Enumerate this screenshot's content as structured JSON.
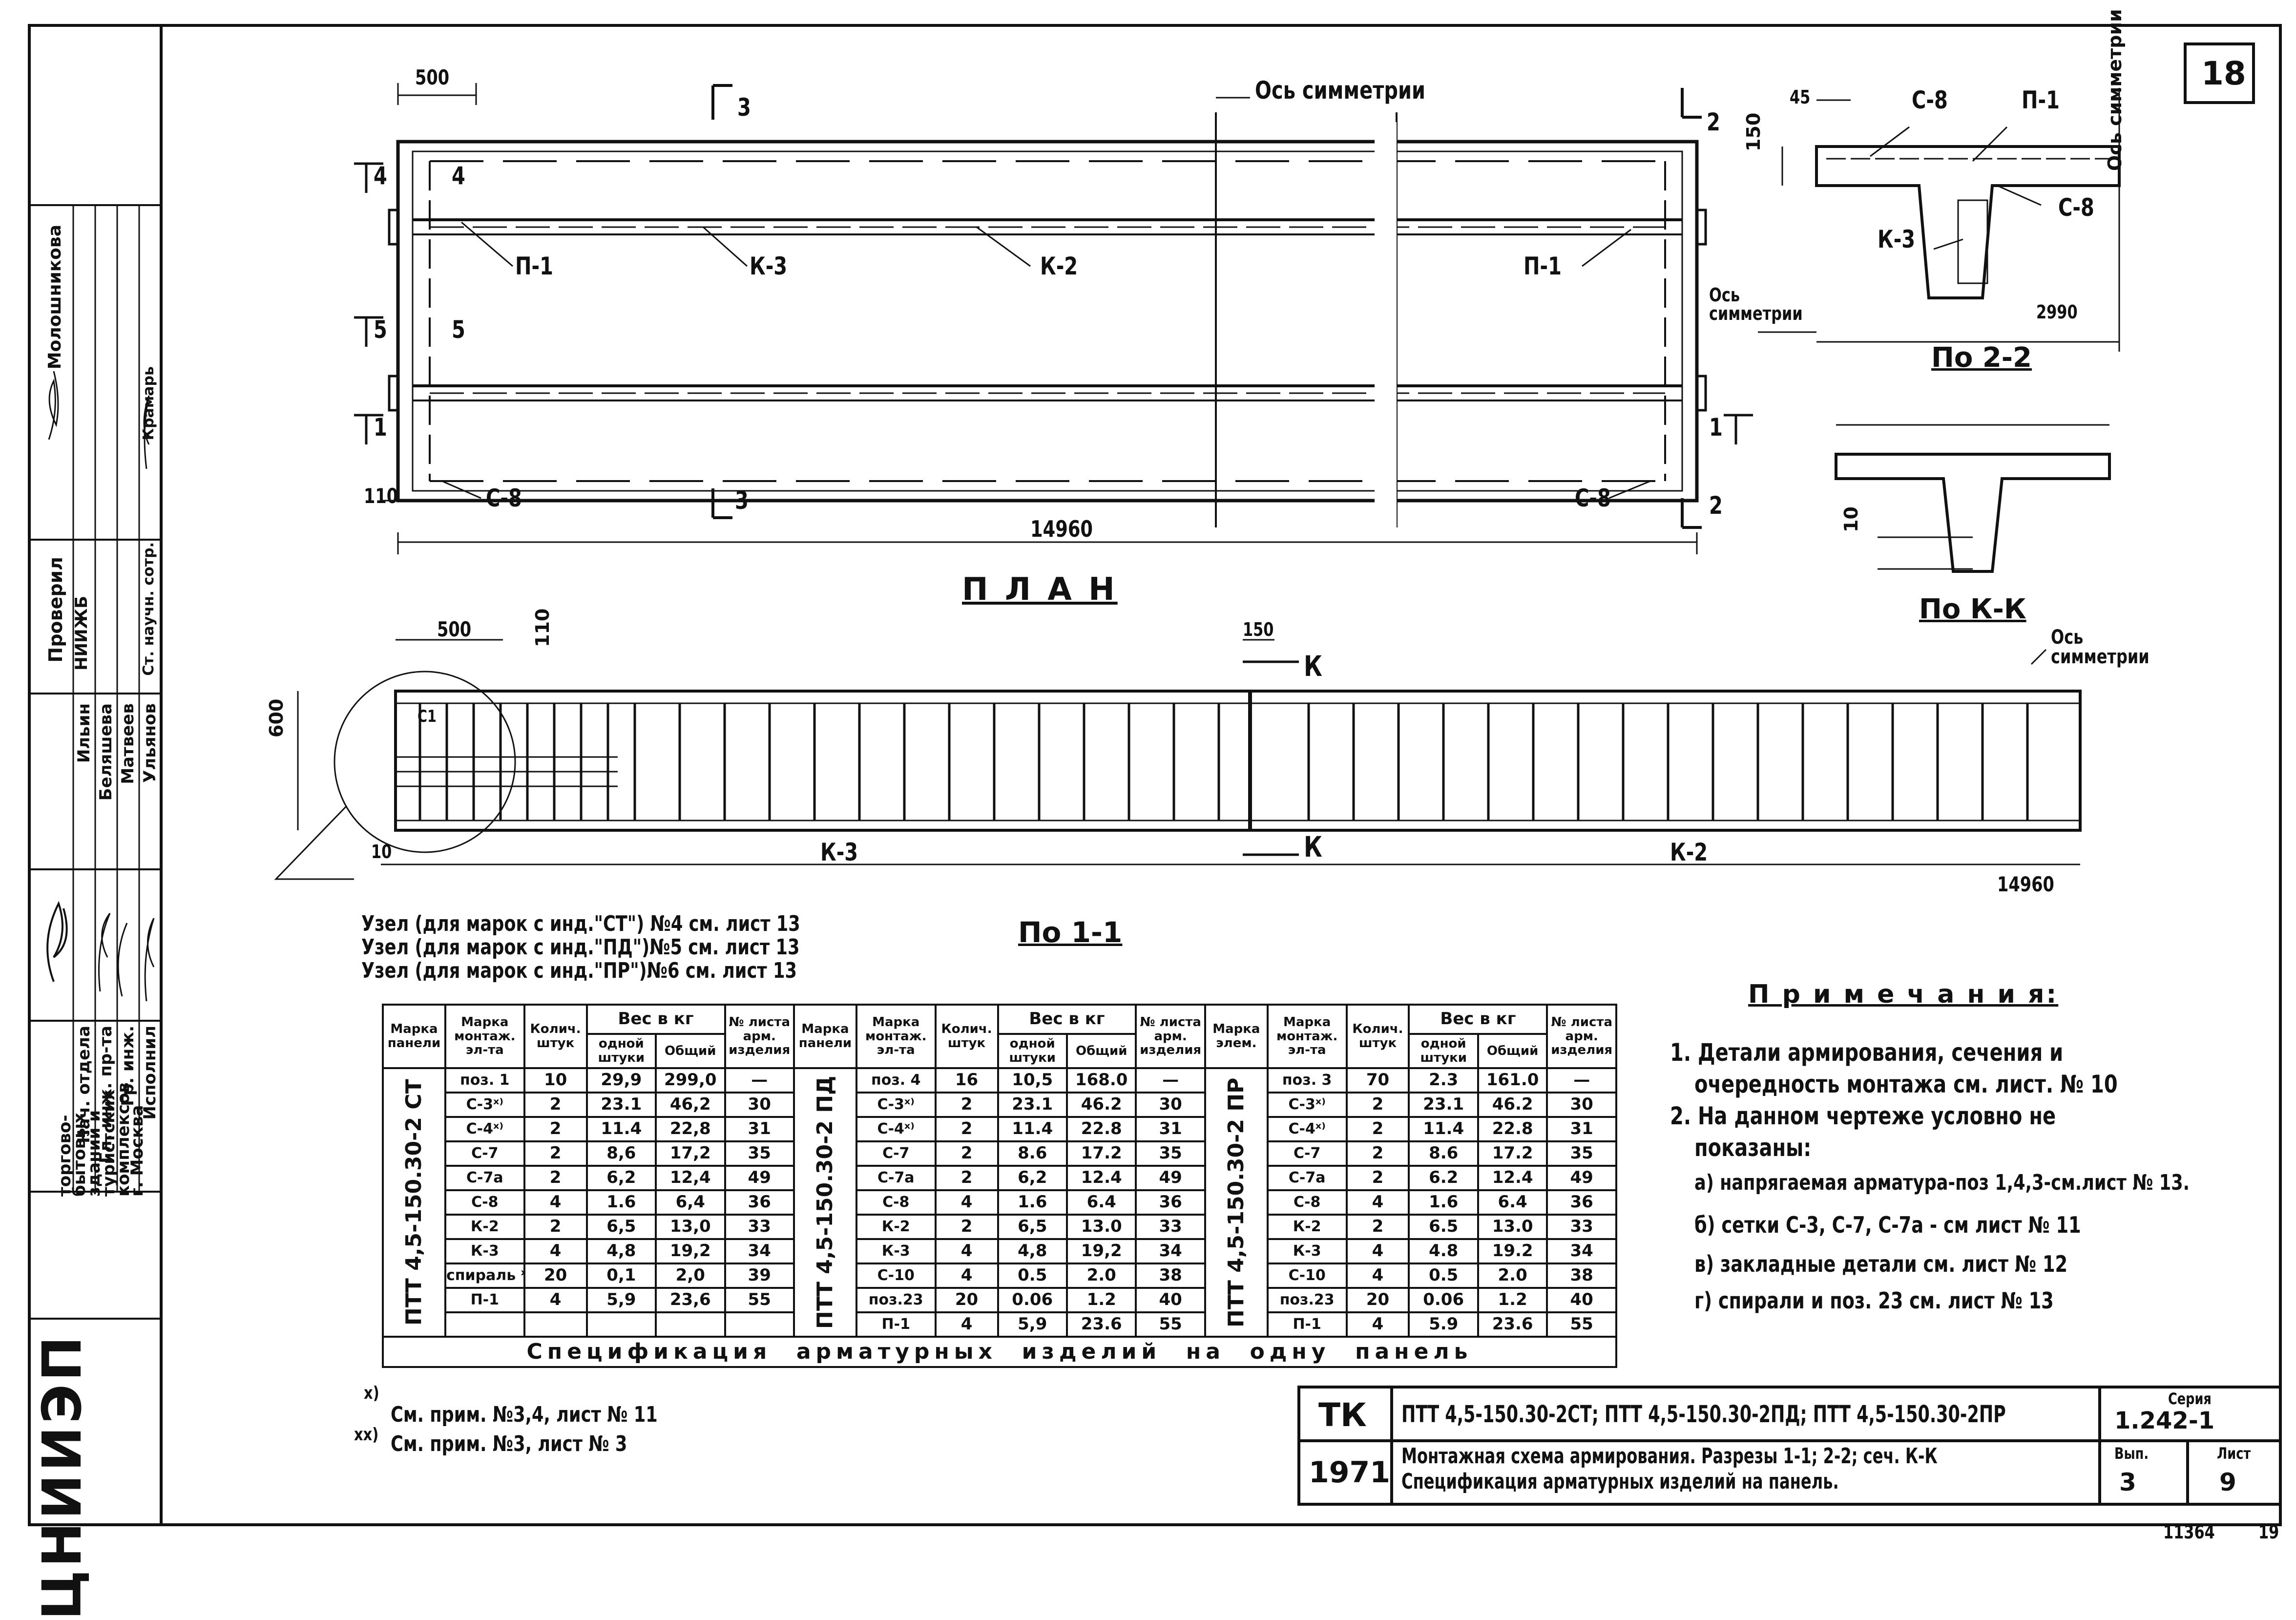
{
  "sheet_no": "18",
  "sheet_marks": [
    "11364",
    "19"
  ],
  "plan": {
    "title": "П Л А Н",
    "symmetry_axis": "Ось симметрии",
    "dims": {
      "left": "500",
      "edge": "110",
      "length": "14960",
      "rib45": "45",
      "flange150": "150",
      "rib10": "10",
      "half": "2990"
    },
    "labels": [
      "П-1",
      "К-3",
      "К-2",
      "П-1",
      "С-8",
      "С-8"
    ],
    "section_marks": [
      "3",
      "3",
      "2",
      "2",
      "4",
      "4",
      "5",
      "5",
      "1",
      "1"
    ]
  },
  "section22": {
    "title": "По 2-2",
    "labels": [
      "С-8",
      "П-1",
      "С-8",
      "К-3"
    ],
    "axis": "Ось симметрии"
  },
  "sectionKK": {
    "title": "По К-К",
    "dim": "10"
  },
  "section11": {
    "title": "По 1-1",
    "axis": "Ось симметрии",
    "dims": {
      "d500": "500",
      "d110": "110",
      "d150": "150",
      "d600": "600",
      "d10": "10",
      "length": "14960"
    },
    "labels": [
      "К-3",
      "К-2",
      "К",
      "К",
      "С1"
    ]
  },
  "node_notes": [
    "Узел (для марок с инд.\"СТ\") №4 см. лист 13",
    "Узел (для марок с инд.\"ПД\")№5 см. лист 13",
    "Узел (для марок с инд.\"ПР\")№6 см. лист 13"
  ],
  "spec_table": {
    "caption": "Спецификация  арматурных  изделий  на  одну  панель",
    "headers": {
      "panel": "Марка панели",
      "element": "Марка элем.",
      "mark": "Марка монтаж. эл-та",
      "qty": "Колич. штук",
      "weight": "Вес в кг",
      "weight_one": "одной штуки",
      "weight_total": "Общий",
      "sheet": "№ листа арм. изделия"
    },
    "groups": [
      {
        "panel": "ПТТ 4,5-150.30-2 СТ",
        "rows": [
          [
            "поз. 1",
            "10",
            "29,9",
            "299,0",
            "—"
          ],
          [
            "С-3ˣ⁾",
            "2",
            "23.1",
            "46,2",
            "30"
          ],
          [
            "С-4ˣ⁾",
            "2",
            "11.4",
            "22,8",
            "31"
          ],
          [
            "С-7",
            "2",
            "8,6",
            "17,2",
            "35"
          ],
          [
            "С-7а",
            "2",
            "6,2",
            "12,4",
            "49"
          ],
          [
            "С-8",
            "4",
            "1.6",
            "6,4",
            "36"
          ],
          [
            "К-2",
            "2",
            "6,5",
            "13,0",
            "33"
          ],
          [
            "К-3",
            "4",
            "4,8",
            "19,2",
            "34"
          ],
          [
            "спираль ˣˣ⁾",
            "20",
            "0,1",
            "2,0",
            "39"
          ],
          [
            "П-1",
            "4",
            "5,9",
            "23,6",
            "55"
          ]
        ]
      },
      {
        "panel": "ПТТ 4,5-150.30-2 ПД",
        "rows": [
          [
            "поз. 4",
            "16",
            "10,5",
            "168.0",
            "—"
          ],
          [
            "С-3ˣ⁾",
            "2",
            "23.1",
            "46.2",
            "30"
          ],
          [
            "С-4ˣ⁾",
            "2",
            "11.4",
            "22.8",
            "31"
          ],
          [
            "С-7",
            "2",
            "8.6",
            "17.2",
            "35"
          ],
          [
            "С-7а",
            "2",
            "6,2",
            "12.4",
            "49"
          ],
          [
            "С-8",
            "4",
            "1.6",
            "6.4",
            "36"
          ],
          [
            "К-2",
            "2",
            "6,5",
            "13.0",
            "33"
          ],
          [
            "К-3",
            "4",
            "4,8",
            "19,2",
            "34"
          ],
          [
            "С-10",
            "4",
            "0.5",
            "2.0",
            "38"
          ],
          [
            "поз.23",
            "20",
            "0.06",
            "1.2",
            "40"
          ],
          [
            "П-1",
            "4",
            "5,9",
            "23.6",
            "55"
          ]
        ]
      },
      {
        "panel": "ПТТ 4,5-150.30-2 ПР",
        "rows": [
          [
            "поз. 3",
            "70",
            "2.3",
            "161.0",
            "—"
          ],
          [
            "С-3ˣ⁾",
            "2",
            "23.1",
            "46.2",
            "30"
          ],
          [
            "С-4ˣ⁾",
            "2",
            "11.4",
            "22.8",
            "31"
          ],
          [
            "С-7",
            "2",
            "8.6",
            "17.2",
            "35"
          ],
          [
            "С-7а",
            "2",
            "6.2",
            "12.4",
            "49"
          ],
          [
            "С-8",
            "4",
            "1.6",
            "6.4",
            "36"
          ],
          [
            "К-2",
            "2",
            "6.5",
            "13.0",
            "33"
          ],
          [
            "К-3",
            "4",
            "4.8",
            "19.2",
            "34"
          ],
          [
            "С-10",
            "4",
            "0.5",
            "2.0",
            "38"
          ],
          [
            "поз.23",
            "20",
            "0.06",
            "1.2",
            "40"
          ],
          [
            "П-1",
            "4",
            "5.9",
            "23.6",
            "55"
          ]
        ]
      }
    ]
  },
  "footnotes": [
    {
      "mark": "x)",
      "text": "См. прим. №3,4, лист № 11"
    },
    {
      "mark": "xx)",
      "text": "См. прим. №3, лист № 3"
    }
  ],
  "notes": {
    "title": "П р и м е ч а н и я:",
    "items": [
      "1. Детали армирования, сечения и",
      "очередность монтажа см. лист. № 10",
      "2. На данном чертеже условно не",
      "показаны:",
      "а) напрягаемая арматура-поз 1,4,3-см.лист № 13.",
      "б) сетки С-3, С-7, С-7а - см лист № 11",
      "в) закладные детали см. лист № 12",
      "г) спирали и поз. 23 см. лист № 13"
    ]
  },
  "title_block": {
    "code": "ТК",
    "year": "1971",
    "marks": "ПТТ 4,5-150.30-2СТ; ПТТ 4,5-150.30-2ПД; ПТТ 4,5-150.30-2ПР",
    "description_1": "Монтажная схема армирования. Разрезы 1-1; 2-2; сеч. К-К",
    "description_2": "Спецификация арматурных изделий на панель.",
    "series_label": "Серия",
    "series": "1.242-1",
    "issue_label": "Вып.",
    "issue": "3",
    "sheet_label": "Лист",
    "sheet": "9"
  },
  "side_stamp": {
    "org": "ЦНИИЭП",
    "org_full": [
      "торгово-",
      "бытовых",
      "зданий и",
      "туристских",
      "комплексов",
      "г. Москва"
    ],
    "roles": [
      "Нач. отдела",
      "Гл. инж. пр-та",
      "Гр. инж.",
      "Исполнил"
    ],
    "names": [
      "Ильин",
      "Беляшева",
      "Матвеев",
      "Ульянов"
    ],
    "inst": "НИИЖБ",
    "check": "Проверил",
    "check_roles": [
      "Ст. научн. сотр."
    ],
    "check_names": [
      "Молошникова",
      "Крамарь"
    ]
  }
}
